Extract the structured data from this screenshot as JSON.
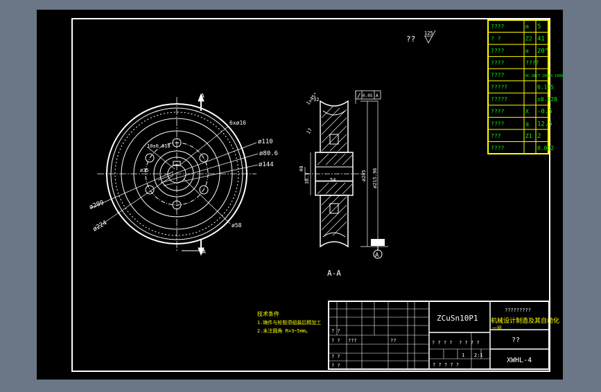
{
  "colors": {
    "background_outer": "#6b7686",
    "canvas": "#000000",
    "lines": "#ffffff",
    "params_border": "#ffff00",
    "params_text": "#00ff00",
    "notes_text": "#ffff00",
    "dims": "#ffffff"
  },
  "drawing": {
    "roughness_label": "??",
    "roughness_value": "125",
    "section_label": "A-A",
    "section_marker_top": "A",
    "section_marker_bottom": "A",
    "datum_label": "A",
    "tolerance_symbol": "/",
    "tolerance_value": "0.05",
    "tolerance_datum": "A"
  },
  "front_view_dims": {
    "holes": "6xø16",
    "d110": "ø110",
    "d80_6": "ø80.6",
    "d144": "ø144",
    "d209": "ø209",
    "d224": "ø224",
    "d58": "ø58",
    "key_width": "10±0.018",
    "bore": "ø35"
  },
  "section_dims": {
    "chamfer": "1x45°",
    "d32": "32",
    "d17": "17",
    "d40": "40",
    "d38_3": "38.3",
    "d54": "54",
    "d205": "ø205",
    "d215": "ø215.96"
  },
  "params_table": {
    "rows": [
      {
        "name": "????",
        "sym": "m",
        "val": "5"
      },
      {
        "name": "?   ?",
        "sym": "Z2",
        "val": "41"
      },
      {
        "name": "????",
        "sym": "α",
        "val": "20°"
      },
      {
        "name": "????",
        "sym": "????",
        "val": ""
      },
      {
        "name": "????",
        "sym": "8C GB/T 10089-1988",
        "val": ""
      },
      {
        "name": "?????",
        "sym": "",
        "val": "0.125"
      },
      {
        "name": "?????",
        "sym": "",
        "val": "±0.028"
      },
      {
        "name": "????",
        "sym": "X",
        "val": "-0.5"
      },
      {
        "name": "????",
        "sym": "q",
        "val": "12.5"
      },
      {
        "name": "???",
        "sym": "Z1",
        "val": "2"
      },
      {
        "name": "????",
        "sym": "",
        "val": "0.022"
      }
    ]
  },
  "tech_notes": {
    "title": "技术条件",
    "line1": "1.铸件与轮毂须组装后精加工",
    "line2": "2.未注圆角 R=3~5mm。"
  },
  "title_block": {
    "material": "ZCuSn10P1",
    "school": "?????????",
    "project": "机械设计制造及其自动化",
    "project_line2": "一班",
    "part_name": "??",
    "drawing_no": "XWHL-4",
    "cell_a": "? ?",
    "cell_b": "???",
    "cell_c": "? ? ? ?",
    "cell_d": "??",
    "cell_e": "? ? ? ?",
    "cell_f": "1",
    "cell_g": "2:1",
    "cell_h": "? ?",
    "cell_i": "? ?",
    "cell_j": "? ? ? ? ?",
    "cell_k": "? ?"
  }
}
